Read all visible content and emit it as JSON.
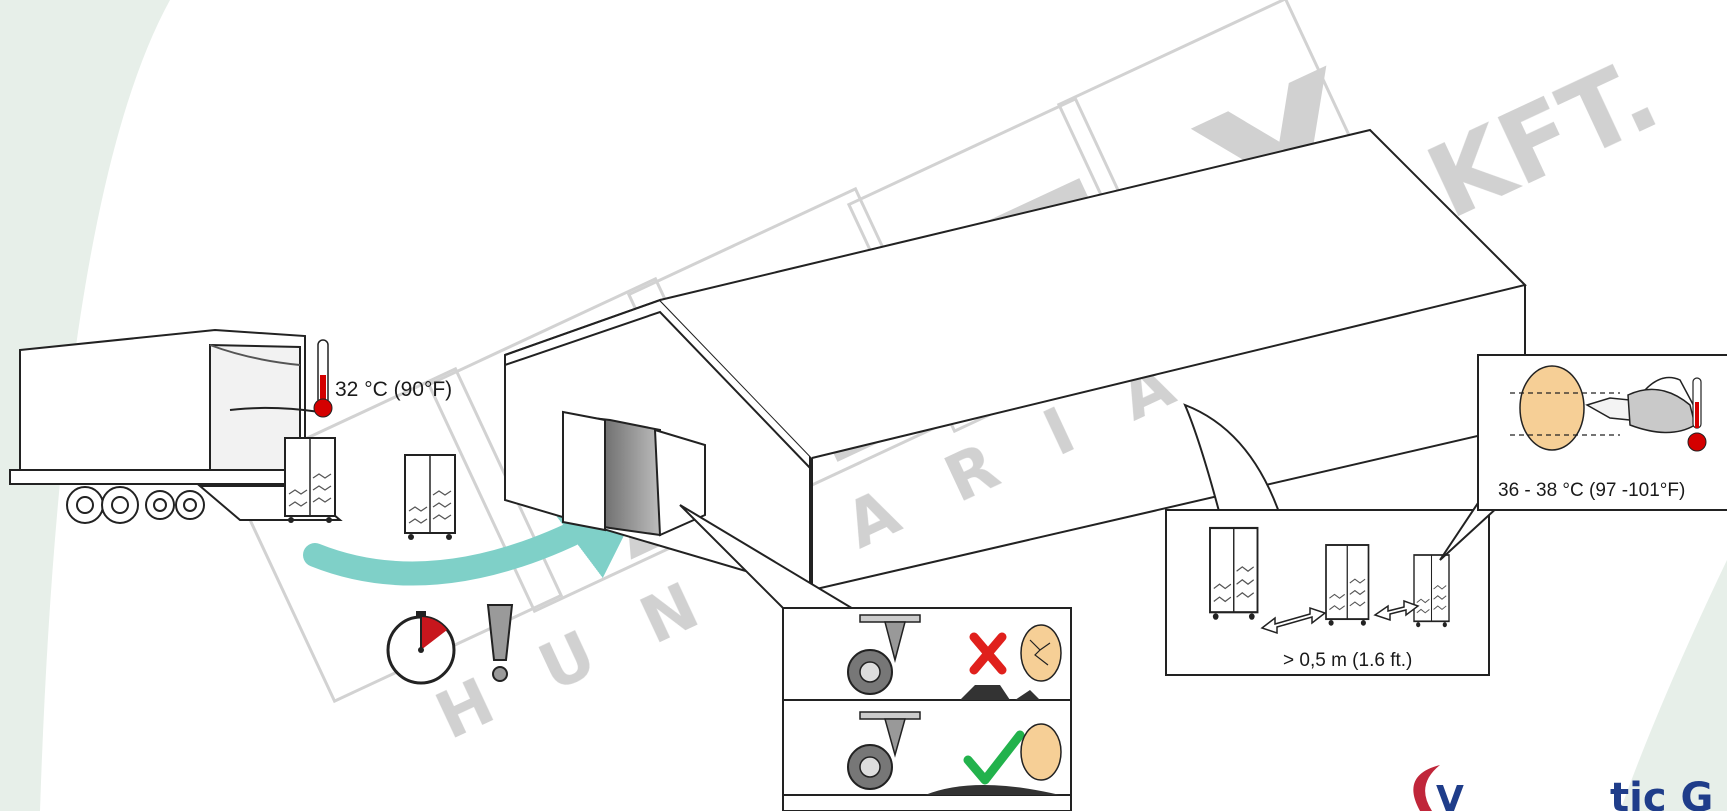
{
  "labels": {
    "truck_temperature": "32 °C (90°F)",
    "egg_temperature": "36 - 38 °C (97 -101°F)",
    "trolley_spacing": "> 0,5 m (1.6 ft.)"
  },
  "watermark": {
    "word": "ALEX",
    "suffix": "KFT.",
    "country": "HUNGARIA",
    "corner_logo_fragment": "V",
    "corner_logo_text": "tic G"
  },
  "colors": {
    "arrow": "#7fd0c8",
    "thermometer": "#d40000",
    "cross": "#e0201c",
    "check": "#22b24c",
    "egg": "#f6cf96",
    "watermark": "#cfcfcf",
    "background_swoosh": "#e7efe9",
    "logo_red": "#c0263a",
    "logo_blue": "#1f3d8a"
  },
  "icons": [
    "thermometer-icon",
    "stopwatch-icon",
    "warning-exclamation-icon",
    "cross-icon",
    "checkmark-icon",
    "cracked-egg-icon",
    "egg-icon",
    "thermometer-probe-icon"
  ]
}
